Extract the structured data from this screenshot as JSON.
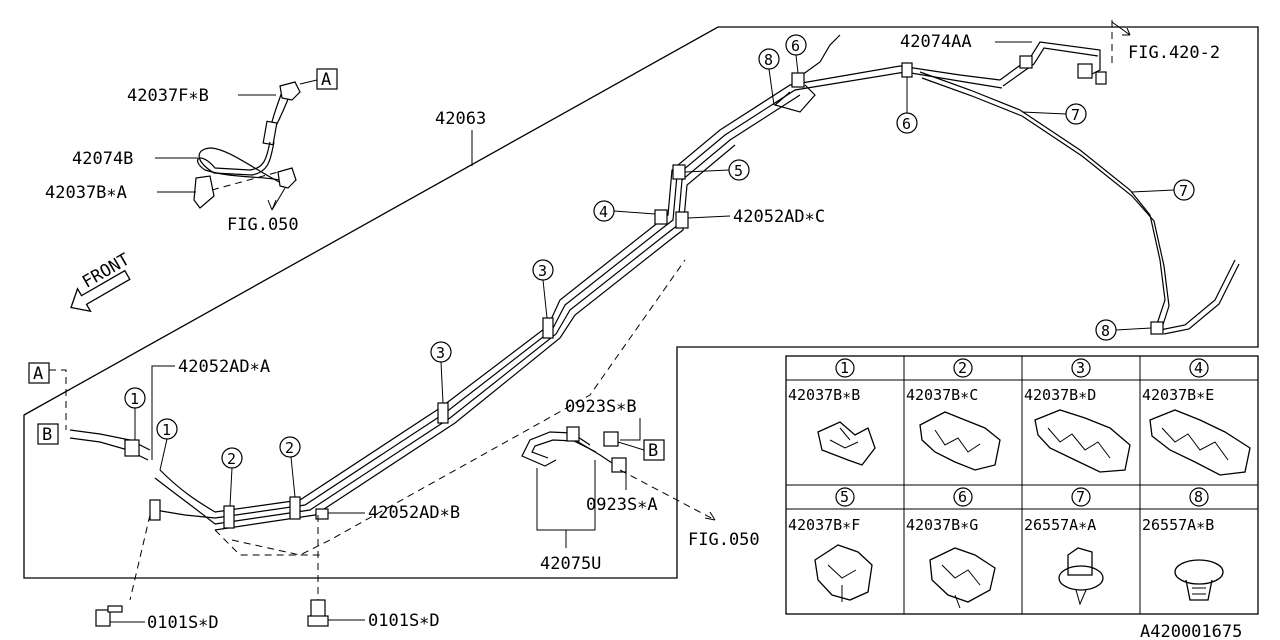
{
  "labels": {
    "p42037F_B": "42037F∗B",
    "p42074B": "42074B",
    "p42037B_A": "42037B∗A",
    "fig050_top": "FIG.050",
    "p42063": "42063",
    "p42074AA": "42074AA",
    "fig420_2": "FIG.420-2",
    "p42052AD_C": "42052AD∗C",
    "p42052AD_A": "42052AD∗A",
    "p42052AD_B": "42052AD∗B",
    "p0923S_B": "0923S∗B",
    "p0923S_A": "0923S∗A",
    "p42075U": "42075U",
    "fig050_bottom": "FIG.050",
    "p0101S_D_left": "0101S∗D",
    "p0101S_D_right": "0101S∗D",
    "front": "FRONT",
    "diagram_id": "A420001675"
  },
  "refs": {
    "A": "A",
    "B": "B"
  },
  "callouts": {
    "n1": "1",
    "n2": "2",
    "n3": "3",
    "n4": "4",
    "n5": "5",
    "n6": "6",
    "n7": "7",
    "n8": "8"
  },
  "legend": [
    {
      "num": "1",
      "part": "42037B∗B"
    },
    {
      "num": "2",
      "part": "42037B∗C"
    },
    {
      "num": "3",
      "part": "42037B∗D"
    },
    {
      "num": "4",
      "part": "42037B∗E"
    },
    {
      "num": "5",
      "part": "42037B∗F"
    },
    {
      "num": "6",
      "part": "42037B∗G"
    },
    {
      "num": "7",
      "part": "26557A∗A"
    },
    {
      "num": "8",
      "part": "26557A∗B"
    }
  ]
}
